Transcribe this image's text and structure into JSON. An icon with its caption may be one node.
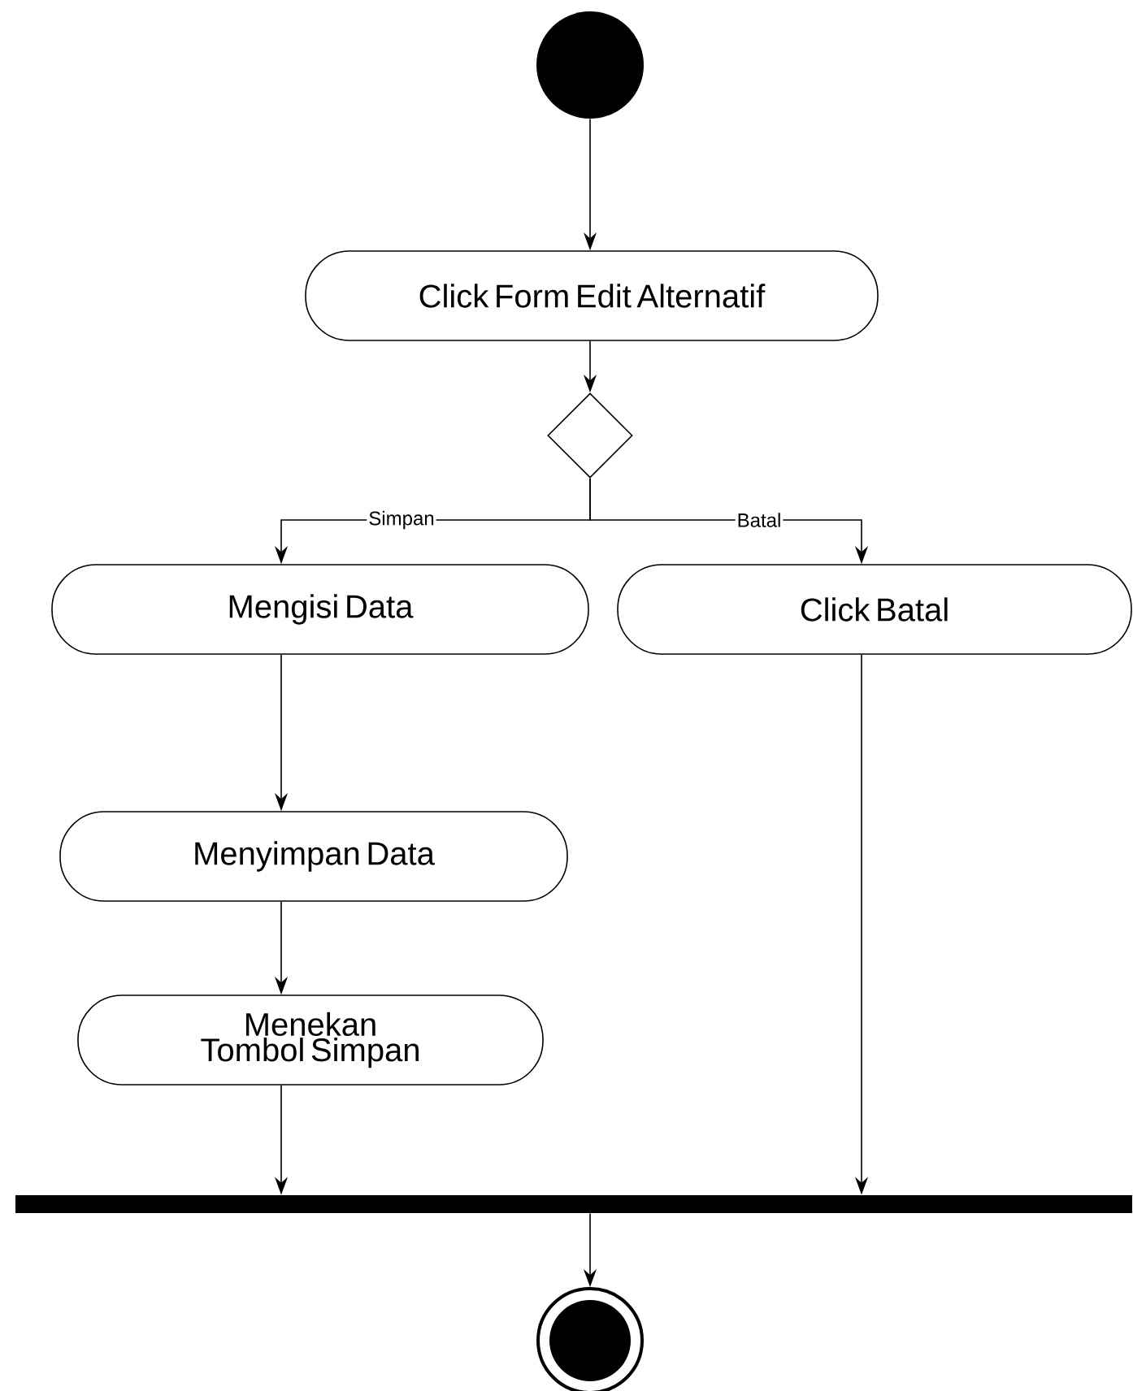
{
  "diagram": {
    "nodes": [
      {
        "text": [],
        "shape": "circle"
      },
      {
        "text": [
          "Click Form Edit Alternatif"
        ]
      },
      {
        "text": [],
        "shape": "diamond"
      },
      {
        "text": [
          "Mengisi Data"
        ]
      },
      {
        "text": [
          "Click Batal"
        ]
      },
      {
        "text": [
          "Menyimpan Data"
        ]
      },
      {
        "text": [
          "Menekan Tombol Simpan"
        ]
      },
      {
        "text": [],
        "shape": "bar"
      },
      {
        "text": [],
        "shape": "bullseye"
      }
    ],
    "edges": [
      {
        "from": 0,
        "to": 1,
        "arrow": "to"
      },
      {
        "from": 1,
        "to": 2,
        "arrow": "to"
      },
      {
        "from": 2,
        "to": 3,
        "arrow": "to",
        "label": "Simpan"
      },
      {
        "from": 2,
        "to": 4,
        "arrow": "to",
        "label": "Batal"
      },
      {
        "from": 3,
        "to": 5,
        "arrow": "to"
      },
      {
        "from": 5,
        "to": 6,
        "arrow": "to"
      },
      {
        "from": 6,
        "to": 7,
        "arrow": "to"
      },
      {
        "from": 4,
        "to": 7,
        "arrow": "to"
      },
      {
        "from": 7,
        "to": 8,
        "arrow": "to"
      }
    ]
  }
}
